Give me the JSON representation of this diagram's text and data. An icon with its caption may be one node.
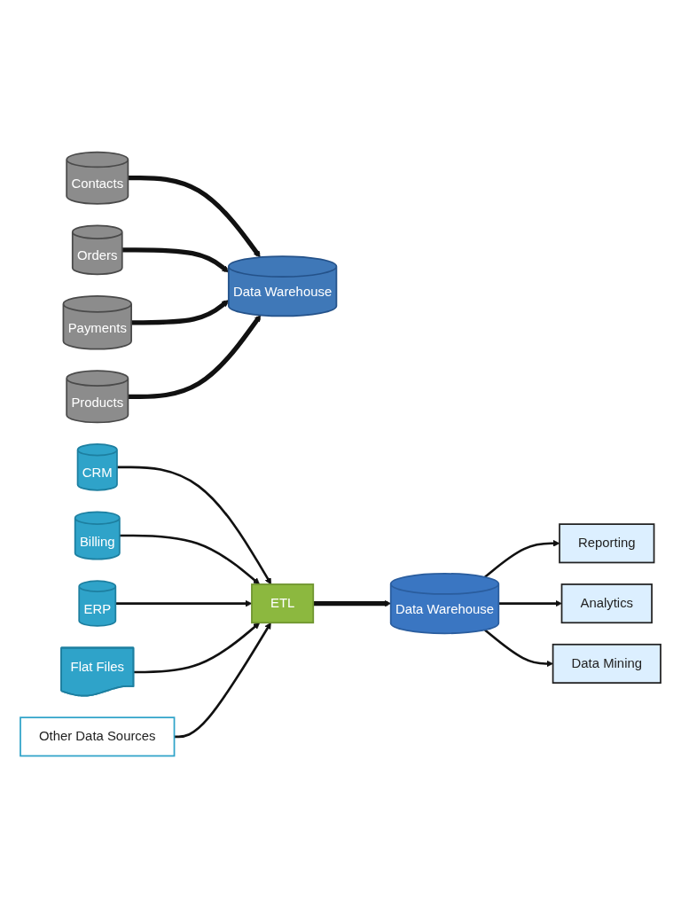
{
  "diagram": {
    "nodes": [
      {
        "text": [
          "Contacts"
        ]
      },
      {
        "text": [
          "Orders"
        ]
      },
      {
        "text": [
          "Payments"
        ]
      },
      {
        "text": [
          "Products"
        ]
      },
      {
        "text": [
          "Data Warehouse"
        ]
      },
      {
        "text": [
          "CRM"
        ]
      },
      {
        "text": [
          "Billing"
        ]
      },
      {
        "text": [
          "ERP"
        ]
      },
      {
        "text": [
          "Flat Files"
        ]
      },
      {
        "text": [
          "Other Data Sources"
        ]
      },
      {
        "text": [
          "ETL"
        ]
      },
      {
        "text": [
          "Data Warehouse"
        ]
      },
      {
        "text": [
          "Reporting"
        ]
      },
      {
        "text": [
          "Analytics"
        ]
      },
      {
        "text": [
          "Data Mining"
        ]
      }
    ],
    "edges": [
      {
        "from": 0,
        "to": 4,
        "arrow": "to",
        "style": "thick"
      },
      {
        "from": 1,
        "to": 4,
        "arrow": "to",
        "style": "thick"
      },
      {
        "from": 2,
        "to": 4,
        "arrow": "to",
        "style": "thick"
      },
      {
        "from": 3,
        "to": 4,
        "arrow": "to",
        "style": "thick"
      },
      {
        "from": 5,
        "to": 10,
        "arrow": "to"
      },
      {
        "from": 6,
        "to": 10,
        "arrow": "to"
      },
      {
        "from": 7,
        "to": 10,
        "arrow": "to"
      },
      {
        "from": 8,
        "to": 10,
        "arrow": "to"
      },
      {
        "from": 9,
        "to": 10,
        "arrow": "to"
      },
      {
        "from": 10,
        "to": 11,
        "arrow": "to",
        "style": "thick"
      },
      {
        "from": 11,
        "to": 12,
        "arrow": "to"
      },
      {
        "from": 11,
        "to": 13,
        "arrow": "to"
      },
      {
        "from": 11,
        "to": 14,
        "arrow": "to"
      }
    ]
  }
}
